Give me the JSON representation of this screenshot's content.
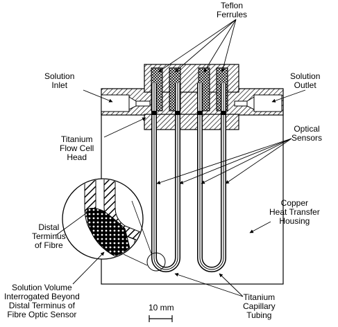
{
  "labels": {
    "teflon_ferrules": [
      "Teflon",
      "Ferrules"
    ],
    "solution_inlet": [
      "Solution",
      "Inlet"
    ],
    "solution_outlet": [
      "Solution",
      "Outlet"
    ],
    "titanium_flow_cell_head": [
      "Titanium",
      "Flow Cell",
      "Head"
    ],
    "optical_sensors": [
      "Optical",
      "Sensors"
    ],
    "copper_housing": [
      "Copper",
      "Heat Transfer",
      "Housing"
    ],
    "distal_terminus": [
      "Distal",
      "Terminus",
      "of Fibre"
    ],
    "solution_volume": [
      "Solution Volume",
      "Interrogated Beyond",
      "Distal Terminus of",
      "Fibre Optic Sensor"
    ],
    "scale_bar": "10 mm",
    "titanium_capillary": [
      "Titanium",
      "Capillary",
      "Tubing"
    ]
  },
  "colors": {
    "line": "#000000",
    "hatch": "#000000",
    "background": "#ffffff"
  }
}
